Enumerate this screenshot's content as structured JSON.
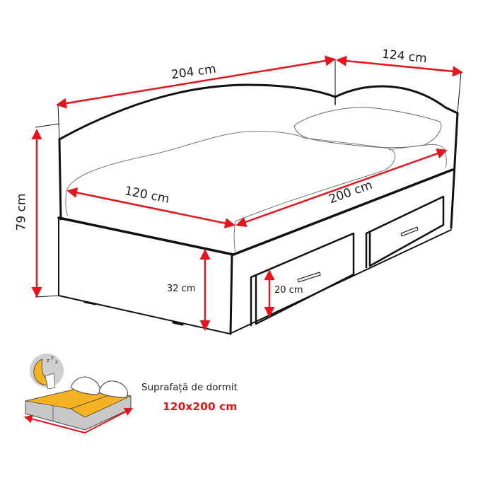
{
  "diagram": {
    "subject": "single bed with two storage drawers",
    "dimensions": {
      "length": "204 cm",
      "width": "124 cm",
      "height": "79 cm",
      "mattress_width": "120 cm",
      "mattress_length": "200 cm",
      "base_height": "32 cm",
      "drawer_height": "20 cm"
    },
    "colors": {
      "dimension_line": "#e8141b",
      "outline": "#111111",
      "mattress_icon": "#f5b324",
      "icon_base": "#c8c8c8"
    }
  },
  "sleeping_surface": {
    "title": "Suprafață de dormit",
    "value": "120x200 cm",
    "icon": "sleeping-moon-bed-icon"
  }
}
